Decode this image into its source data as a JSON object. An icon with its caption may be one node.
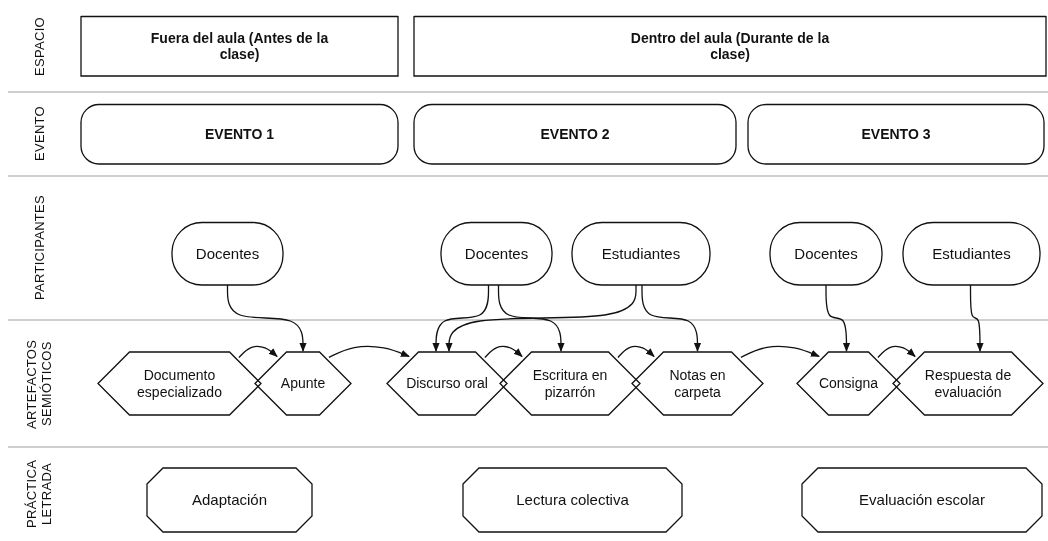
{
  "diagram": {
    "nodes": [
      {
        "text": [
          "Fuera del aula (Antes de la clase)"
        ]
      },
      {
        "text": [
          "Dentro del aula (Durante de la clase)"
        ]
      },
      {
        "text": [
          "EVENTO 1"
        ]
      },
      {
        "text": [
          "EVENTO 2"
        ]
      },
      {
        "text": [
          "EVENTO 3"
        ]
      },
      {
        "text": [
          "Docentes"
        ]
      },
      {
        "text": [
          "Docentes"
        ]
      },
      {
        "text": [
          "Estudiantes"
        ]
      },
      {
        "text": [
          "Docentes"
        ]
      },
      {
        "text": [
          "Estudiantes"
        ]
      },
      {
        "text": [
          "Documento especializado"
        ]
      },
      {
        "text": [
          "Apunte"
        ]
      },
      {
        "text": [
          "Discurso oral"
        ]
      },
      {
        "text": [
          "Escritura en pizarrón"
        ]
      },
      {
        "text": [
          "Notas en carpeta"
        ]
      },
      {
        "text": [
          "Consigna"
        ]
      },
      {
        "text": [
          "Respuesta de evaluación"
        ]
      },
      {
        "text": [
          "Adaptación"
        ]
      },
      {
        "text": [
          "Lectura colectiva"
        ]
      },
      {
        "text": [
          "Evaluación escolar"
        ]
      }
    ],
    "edges": [
      {
        "from": 5,
        "to": 11,
        "arrow": "to"
      },
      {
        "from": 10,
        "to": 11,
        "arrow": "to"
      },
      {
        "from": 11,
        "to": 12,
        "arrow": "to"
      },
      {
        "from": 6,
        "to": 12,
        "arrow": "to"
      },
      {
        "from": 6,
        "to": 13,
        "arrow": "to"
      },
      {
        "from": 7,
        "to": 12,
        "arrow": "to"
      },
      {
        "from": 7,
        "to": 14,
        "arrow": "to"
      },
      {
        "from": 12,
        "to": 13,
        "arrow": "to"
      },
      {
        "from": 13,
        "to": 14,
        "arrow": "to"
      },
      {
        "from": 14,
        "to": 15,
        "arrow": "to"
      },
      {
        "from": 8,
        "to": 15,
        "arrow": "to"
      },
      {
        "from": 15,
        "to": 16,
        "arrow": "to"
      },
      {
        "from": 9,
        "to": 16,
        "arrow": "to"
      }
    ],
    "labels": [
      "ESPACIO",
      "EVENTO",
      "PARTICIPANTES",
      "ARTEFACTOS SEMIÓTICOS",
      "PRÁCTICA LETRADA"
    ]
  }
}
